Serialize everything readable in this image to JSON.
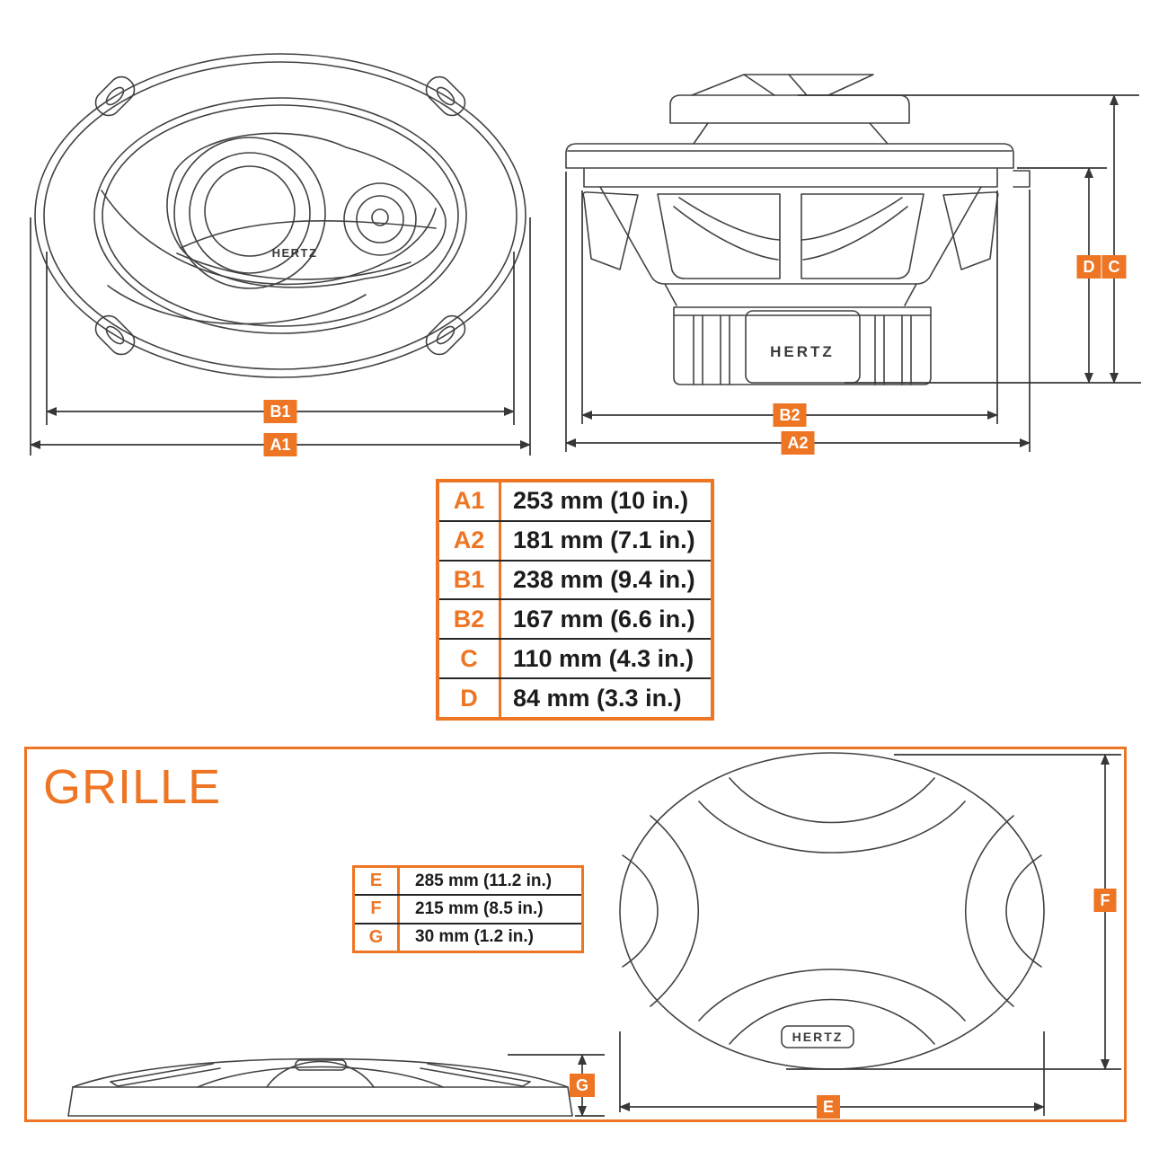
{
  "brand": "HERTZ",
  "colors": {
    "accent": "#ED7523",
    "line": "#424242",
    "text": "#1C1C1C"
  },
  "dims": {
    "A1": "A1",
    "A2": "A2",
    "B1": "B1",
    "B2": "B2",
    "C": "C",
    "D": "D",
    "E": "E",
    "F": "F",
    "G": "G"
  },
  "main_table": {
    "rows": [
      {
        "label": "A1",
        "value": "253 mm (10 in.)"
      },
      {
        "label": "A2",
        "value": "181 mm (7.1 in.)"
      },
      {
        "label": "B1",
        "value": "238 mm (9.4 in.)"
      },
      {
        "label": "B2",
        "value": "167 mm (6.6 in.)"
      },
      {
        "label": "C",
        "value": "110 mm (4.3 in.)"
      },
      {
        "label": "D",
        "value": "84 mm (3.3 in.)"
      }
    ]
  },
  "grille_section": {
    "title": "GRILLE",
    "table": {
      "rows": [
        {
          "label": "E",
          "value": "285 mm (11.2 in.)"
        },
        {
          "label": "F",
          "value": "215 mm (8.5 in.)"
        },
        {
          "label": "G",
          "value": "30 mm (1.2 in.)"
        }
      ]
    }
  }
}
